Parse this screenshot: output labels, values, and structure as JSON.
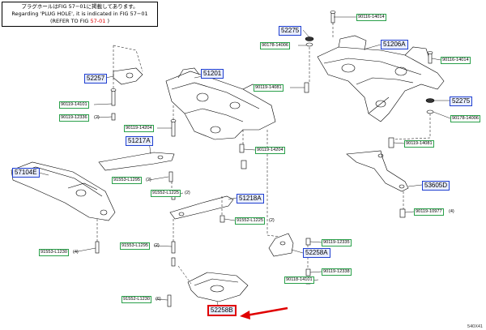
{
  "note": {
    "line1": "プラグホールはFIG 57−01に掲載してあります。",
    "line2": "Regarding 'PLUG HOLE', it is indicated in FIG 57−01",
    "line3_prefix": "(REFER TO FIG ",
    "line3_ref": "57-01",
    "line3_suffix": " )"
  },
  "groups": [
    {
      "id": "52275-a",
      "label": "52275"
    },
    {
      "id": "51206A",
      "label": "51206A"
    },
    {
      "id": "52257",
      "label": "52257"
    },
    {
      "id": "51201",
      "label": "51201"
    },
    {
      "id": "52275-b",
      "label": "52275"
    },
    {
      "id": "51217A",
      "label": "51217A"
    },
    {
      "id": "57104E",
      "label": "57104E"
    },
    {
      "id": "51218A",
      "label": "51218A"
    },
    {
      "id": "53605D",
      "label": "53605D"
    },
    {
      "id": "52258A",
      "label": "52258A"
    },
    {
      "id": "52258B",
      "label": "52258B"
    }
  ],
  "parts": [
    {
      "id": "90116-14014-a",
      "label": "90116-14014"
    },
    {
      "id": "90178-14006-a",
      "label": "90178-14006"
    },
    {
      "id": "90116-14014-b",
      "label": "90116-14014"
    },
    {
      "id": "90119-14081-a",
      "label": "90119-14081"
    },
    {
      "id": "90119-14101",
      "label": "90119-14101"
    },
    {
      "id": "90119-12336",
      "label": "90119-12336"
    },
    {
      "id": "90178-14006-b",
      "label": "90178-14006"
    },
    {
      "id": "90119-14204-a",
      "label": "90119-14204"
    },
    {
      "id": "90119-14204-b",
      "label": "90119-14204"
    },
    {
      "id": "90119-14081-b",
      "label": "90119-14081"
    },
    {
      "id": "91553-L1295-a",
      "label": "91553-L1295"
    },
    {
      "id": "91552-L1225",
      "label": "91552-L1225"
    },
    {
      "id": "91552-L1225-b",
      "label": "91552-L1225"
    },
    {
      "id": "90119-10977",
      "label": "90119-10977"
    },
    {
      "id": "91553-L1295-b",
      "label": "91553-L1295"
    },
    {
      "id": "90119-12335",
      "label": "90119-12335"
    },
    {
      "id": "91553-L1230",
      "label": "91553-L1230"
    },
    {
      "id": "90119-12338",
      "label": "90119-12338"
    },
    {
      "id": "90118-14101",
      "label": "90118-14101"
    },
    {
      "id": "91552-L1230",
      "label": "91552-L1230"
    }
  ],
  "quantities": {
    "90119-12336": "(2)",
    "91553-L1295-a": "(2)",
    "91552-L1225": "(2)",
    "91552-L1225-b": "(2)",
    "90119-10977": "(4)",
    "91553-L1295-b": "(2)",
    "91553-L1230": "(4)",
    "91552-L1230": "(6)"
  },
  "fig_code": "540X41",
  "colors": {
    "highlight": "#e00000",
    "group_border": "#1f3fd0",
    "part_border": "#2aa04a"
  }
}
